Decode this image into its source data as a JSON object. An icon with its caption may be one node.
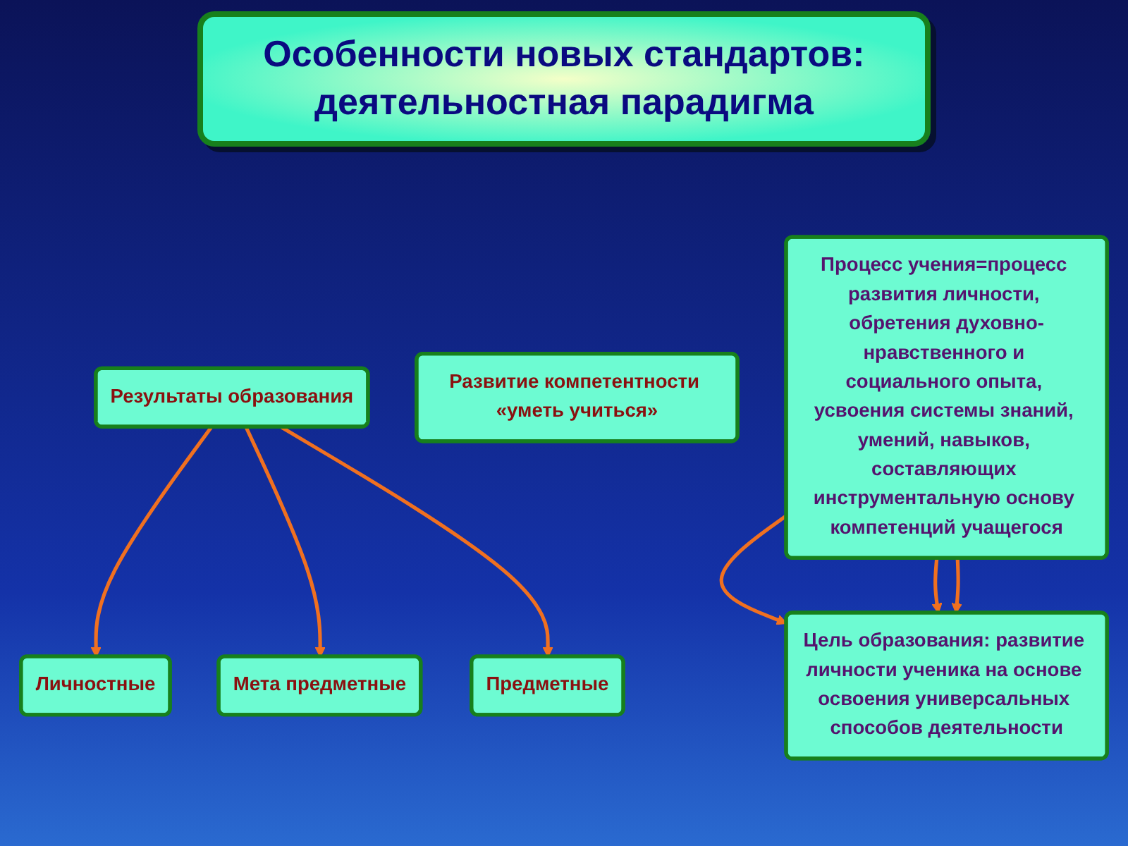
{
  "diagram": {
    "title": "Особенности новых стандартов: деятельностная парадигма",
    "nodes": [
      {
        "text": [
          "Результаты образования"
        ]
      },
      {
        "text": [
          "Личностные"
        ]
      },
      {
        "text": [
          "Мета предметные"
        ]
      },
      {
        "text": [
          "Предметные"
        ]
      },
      {
        "text": [
          "Цель образования: развитие личности ученика на основе освоения универсальных способов деятельности"
        ]
      },
      {
        "text": [
          "Процесс учения=процесс развития личности, обретения духовно-нравственного и социального опыта, усвоения системы знаний, умений, навыков, составляющих инструментальную основу компетенций учащегося"
        ]
      },
      {
        "text": [
          "Развитие компетентности «уметь учиться»"
        ]
      }
    ],
    "edges": [
      {
        "from": 0,
        "to": 1,
        "arrow": "to"
      },
      {
        "from": 0,
        "to": 2,
        "arrow": "to"
      },
      {
        "from": 0,
        "to": 3,
        "arrow": "to"
      },
      {
        "from": 5,
        "to": 4,
        "arrow": "to"
      },
      {
        "from": 5,
        "to": 4,
        "arrow": "to"
      },
      {
        "from": 5,
        "to": 4,
        "arrow": "to"
      }
    ]
  }
}
